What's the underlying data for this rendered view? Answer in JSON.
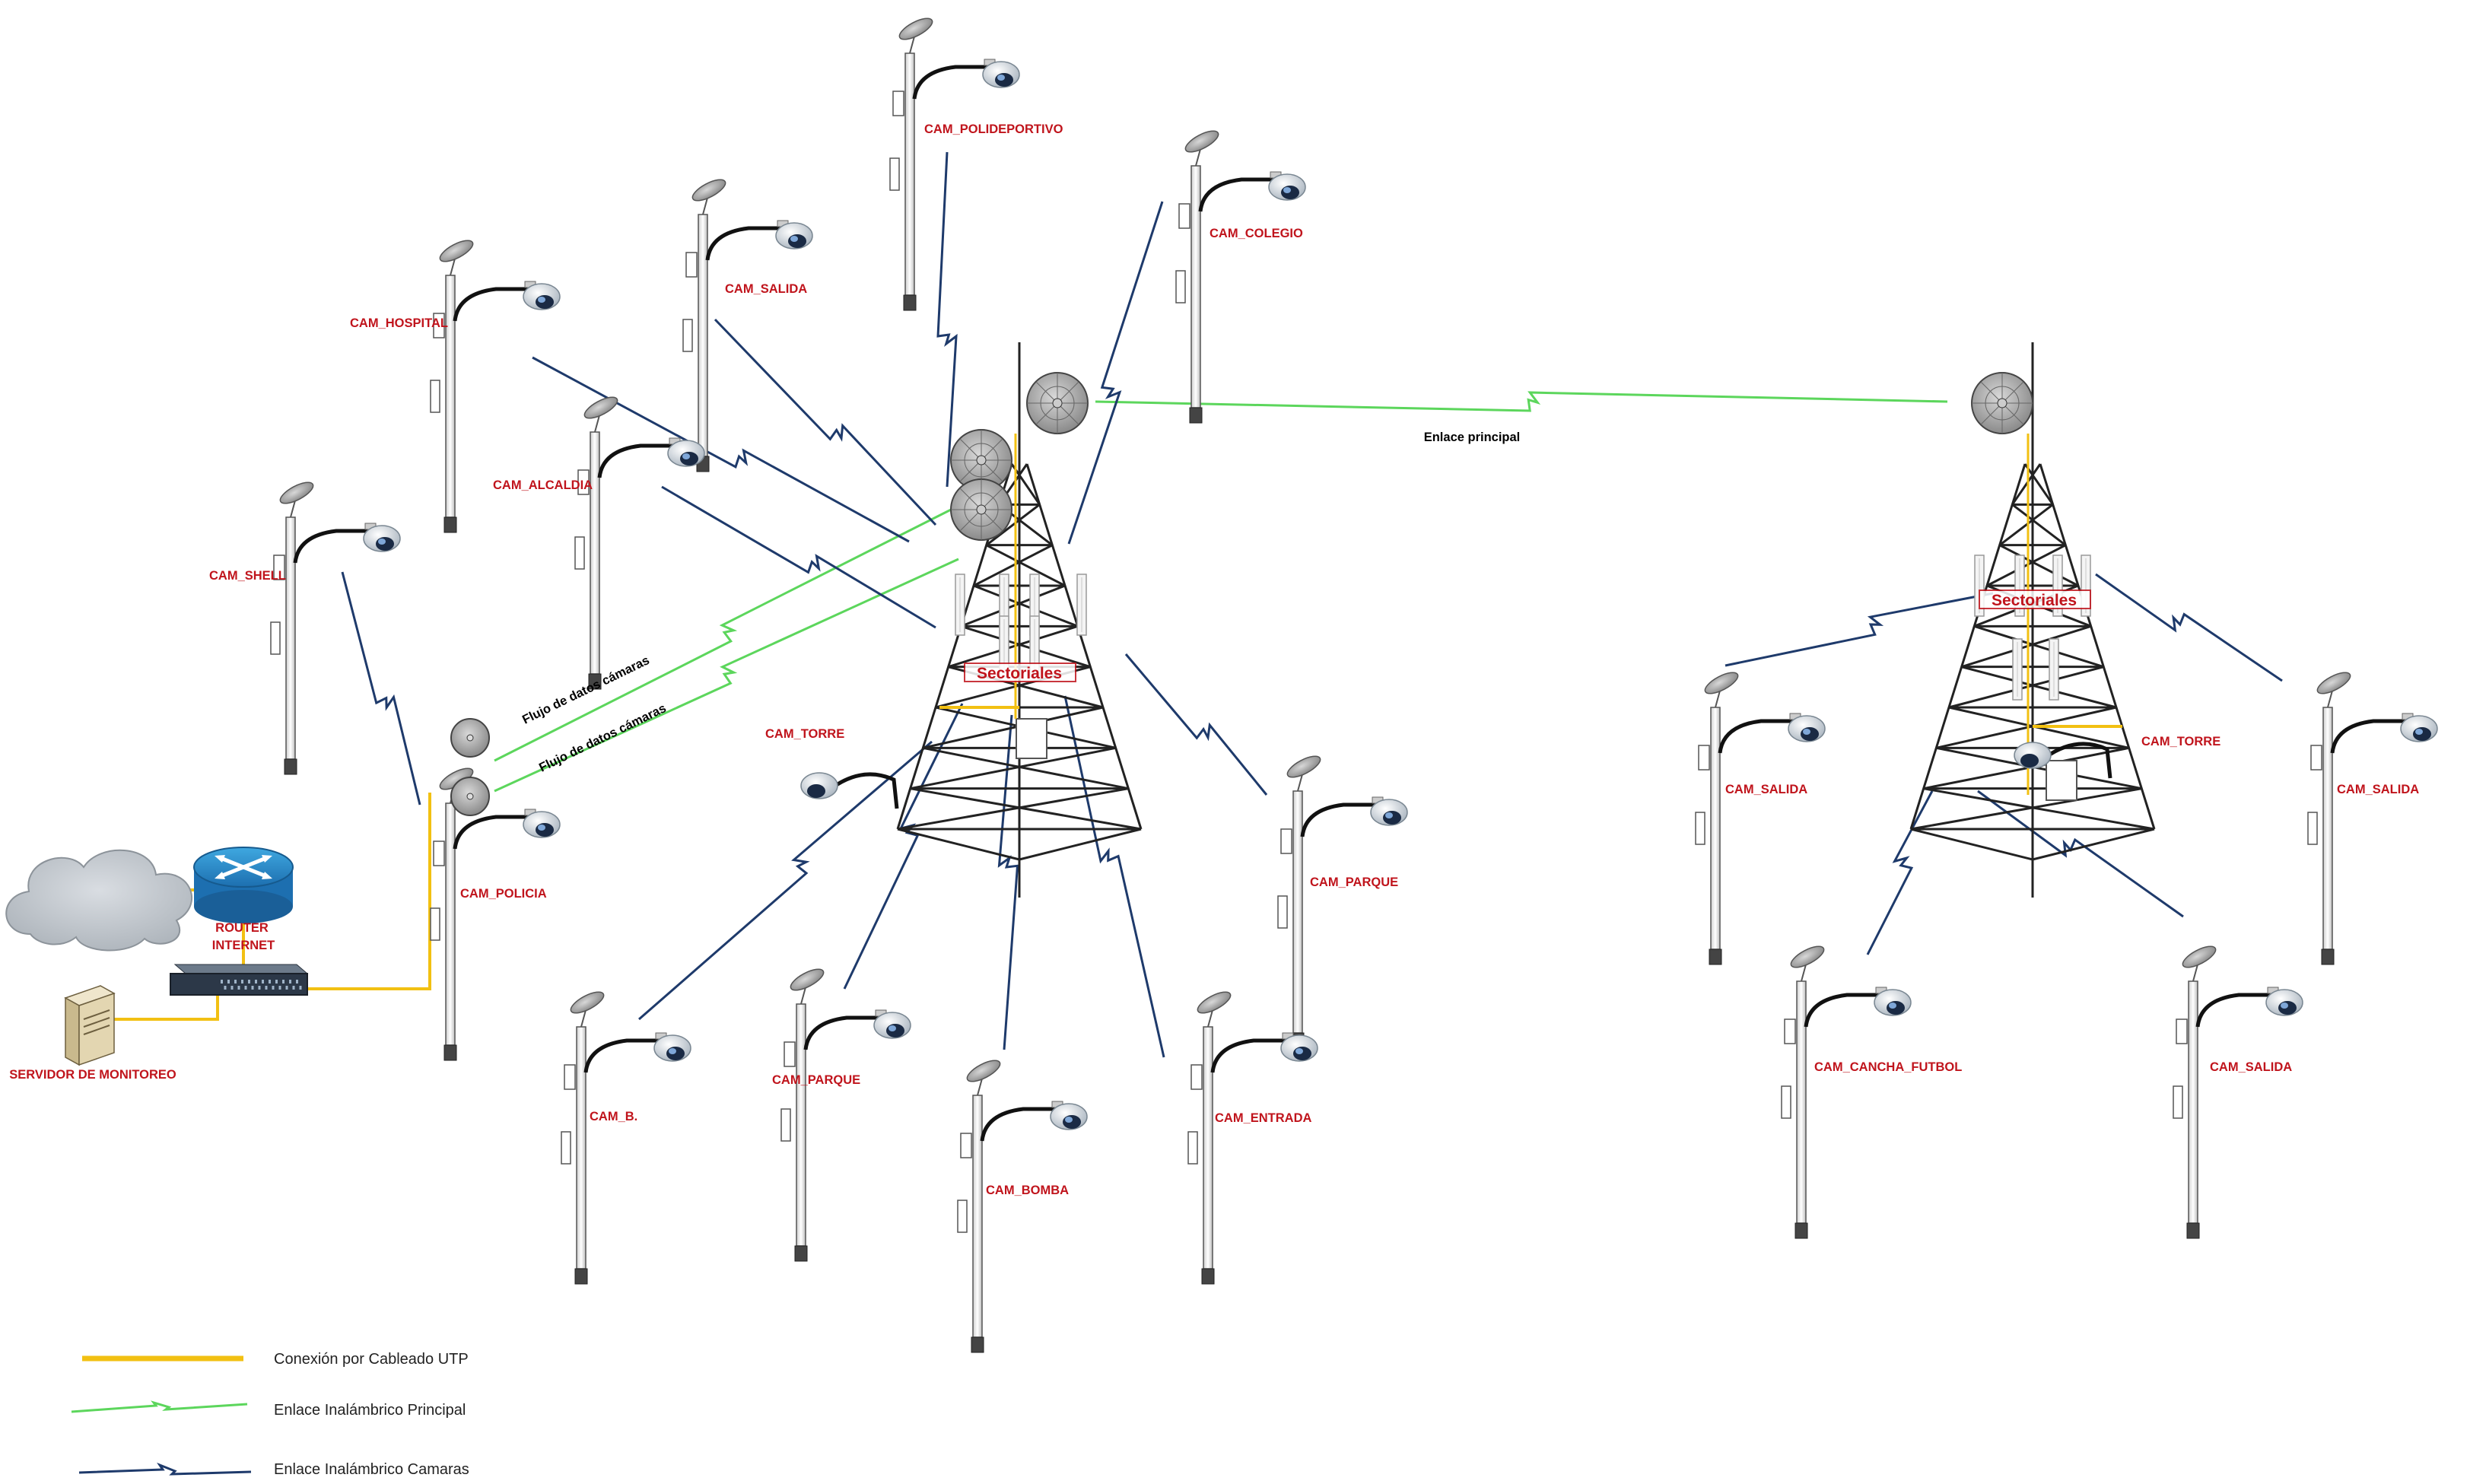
{
  "colors": {
    "utp": "#f2c012",
    "wireless_main": "#5cd65c",
    "wireless_cam": "#1e3a6b",
    "label_red": "#c0141c"
  },
  "links": {
    "main_label": "Enlace principal",
    "flow_label_1": "Flujo de datos cámaras",
    "flow_label_2": "Flujo de datos cámaras"
  },
  "towers": {
    "left_sector_label": "Sectoriales",
    "right_sector_label": "Sectoriales"
  },
  "network": {
    "router_label_line1": "ROUTER",
    "router_label_line2": "INTERNET",
    "server_label": "SERVIDOR DE MONITOREO",
    "cloud_icon": "cloud-icon",
    "router_icon": "router-icon",
    "switch_icon": "switch-icon",
    "server_icon": "server-icon"
  },
  "cameras": [
    {
      "label": "CAM_POLIDEPORTIVO"
    },
    {
      "label": "CAM_COLEGIO"
    },
    {
      "label": "CAM_SALIDA"
    },
    {
      "label": "CAM_HOSPITAL"
    },
    {
      "label": "CAM_ALCALDIA"
    },
    {
      "label": "CAM_SHELL"
    },
    {
      "label": "CAM_POLICIA"
    },
    {
      "label": "CAM_TORRE"
    },
    {
      "label": "CAM_PARQUE"
    },
    {
      "label": "CAM_B."
    },
    {
      "label": "CAM_PARQUE"
    },
    {
      "label": "CAM_BOMBA"
    },
    {
      "label": "CAM_ENTRADA"
    },
    {
      "label": "CAM_SALIDA"
    },
    {
      "label": "CAM_TORRE"
    },
    {
      "label": "CAM_SALIDA"
    },
    {
      "label": "CAM_CANCHA_FUTBOL"
    },
    {
      "label": "CAM_SALIDA"
    }
  ],
  "legend": {
    "utp": "Conexión por Cableado UTP",
    "main": "Enlace Inalámbrico Principal",
    "cams": "Enlace Inalámbrico Camaras"
  }
}
